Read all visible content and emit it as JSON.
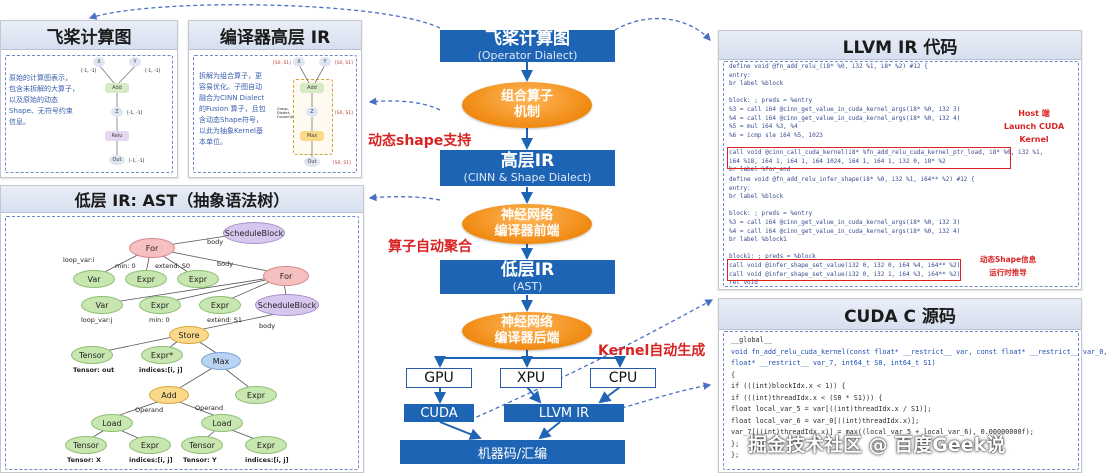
{
  "panels": {
    "paddle_graph": {
      "title": "飞桨计算图",
      "note": [
        "原始的计算图表示，",
        "包含未拆解的大算子，",
        "以及原始的动态",
        "Shape、无符号约束",
        "信息。"
      ],
      "nodes": [
        "X",
        "Y",
        "Add",
        "Z",
        "Relu",
        "Out"
      ],
      "dims": [
        "[-1, -1]",
        "[-1, -1]",
        "[-1, -1]",
        "[-1, -1]"
      ]
    },
    "cinn_ir": {
      "title": "编译器高层 IR",
      "note": [
        "拆解为组合算子，更",
        "容易优化。子图自动",
        "融合为CINN Dialect",
        "的Fusion 算子，且包",
        "含动态Shape符号，",
        "以此为抽象Kernel基",
        "本单位。"
      ],
      "nodes": [
        "X",
        "Y",
        "Add",
        "Z",
        "Max",
        "Out"
      ],
      "dims": [
        "[S0, S1]",
        "[S0, S1]",
        "[S0, S1]",
        "[S0, S1]"
      ],
      "group": "Group-Dialect-FusionOp"
    },
    "ast": {
      "title": "低层 IR: AST（抽象语法树）",
      "nodes": {
        "schedule_block_top": "ScheduleBlock",
        "for_top": "For",
        "var_i": "Var",
        "expr_min0": "Expr",
        "expr_ext": "Expr",
        "for_inner": "For",
        "var_j": "Var",
        "expr_min0b": "Expr",
        "expr_ext2": "Expr",
        "schedule_block": "ScheduleBlock",
        "store": "Store",
        "tensor_out": "Tensor",
        "expr_star": "Expr*",
        "max": "Max",
        "add": "Add",
        "expr_zero": "Expr",
        "load1": "Load",
        "load2": "Load",
        "tensor_x": "Tensor",
        "expr_idx1": "Expr",
        "tensor_y": "Tensor",
        "expr_idx2": "Expr"
      },
      "labels": {
        "loop_var_i": "loop_var:i",
        "min0": "min: 0",
        "extend_s0": "extend: S0",
        "body1": "body",
        "body2": "body",
        "body3": "body",
        "loop_var_j": "loop_var:j",
        "min0b": "min: 0",
        "extend_s1": "extend: S1",
        "tensor_out": "Tensor: out",
        "indices1": "indices:[i, j]",
        "operand1": "Operand",
        "operand2": "Operand",
        "tensor_x": "Tensor: X",
        "indices2": "indices:[i, j]",
        "tensor_y": "Tensor: Y",
        "indices3": "indices:[i, j]"
      }
    },
    "llvm": {
      "title": "LLVM IR 代码",
      "host_label": [
        "Host 端",
        "Launch CUDA Kernel"
      ],
      "shape_label": [
        "动态Shape信息",
        "运行时推导"
      ],
      "lines": [
        "define void @fn_add_relu_(i8* %0, i32 %1, i8* %2) #12 {",
        "entry:",
        "  br label %block",
        "",
        "block:                                  ; preds = %entry",
        "  %3 = call i64 @cinn_get_value_in_cuda_kernel_args(i8* %0, i32 3)",
        "  %4 = call i64 @cinn_get_value_in_cuda_kernel_args(i8* %0, i32 4)",
        "  %5 = mul i64 %3, %4",
        "  %6 = icmp sle i64 %5, 1023",
        "",
        "  call void @cinn_call_cuda_kernel(i8* %fn_add_relu_cuda_kernel_ptr_load, i8* %0, i32 %1,",
        "          i64 %18, i64 1, i64 1, i64 1024, i64 1, i64 1, i32 0, i8* %2",
        "  br label %for_end",
        "define void @fn_add_relu_infer_shape(i8* %0, i32 %1, i64** %2) #12 {",
        "entry:",
        "  br label %block",
        "",
        "block:                                  ; preds = %entry",
        "  %3 = call i64 @cinn_get_value_in_cuda_kernel_args(i8* %0, i32 3)",
        "  %4 = call i64 @cinn_get_value_in_cuda_kernel_args(i8* %0, i32 4)",
        "  br label %block1",
        "",
        "block1:                                 ; preds = %block",
        "  call void @infer_shape_set_value(i32 0, i32 0, i64 %4, i64** %2)",
        "  call void @infer_shape_set_value(i32 0, i32 1, i64 %3, i64** %2)",
        "  ret void"
      ]
    },
    "cuda": {
      "title": "CUDA C 源码",
      "lines": [
        "__global__",
        "void fn_add_relu_cuda_kernel(const float* __restrict__ var, const float* __restrict__ var_0,",
        "                             float* __restrict__ var_7, int64_t S0, int64_t S1)",
        "{",
        "  if (((int)blockIdx.x < 1)) {",
        "    if (((int)threadIdx.x < (S0 * S1))) {",
        "      float local_var_5 = var[((int)threadIdx.x / S1)];",
        "      float local_var_6 = var_0[((int)threadIdx.x)];",
        "      var_7[((int)threadIdx.x)] = max((local_var_5 + local_var_6), 0.00000000f);",
        "    };",
        "  };"
      ]
    }
  },
  "pipeline": {
    "paddle_graph": {
      "title": "飞桨计算图",
      "sub": "(Operator Dialect)"
    },
    "combine": [
      "组合算子",
      "机制"
    ],
    "high_ir": {
      "title": "高层IR",
      "sub": "(CINN & Shape Dialect)"
    },
    "frontend": [
      "神经网络",
      "编译器前端"
    ],
    "low_ir": {
      "title": "低层IR",
      "sub": "(AST)"
    },
    "backend": [
      "神经网络",
      "编译器后端"
    ],
    "gpu": "GPU",
    "xpu": "XPU",
    "cpu": "CPU",
    "cuda": "CUDA",
    "llvm": "LLVM IR",
    "machine": "机器码/汇编"
  },
  "red_labels": {
    "dynamic_shape": "动态shape支持",
    "auto_fusion": "算子自动聚合",
    "kernel_gen": "Kernel自动生成"
  },
  "watermark": "掘金技术社区 @ 百度Geek说",
  "colors": {
    "accent": "#1e64b4",
    "orange": "#f08a12",
    "red": "#d92323"
  }
}
